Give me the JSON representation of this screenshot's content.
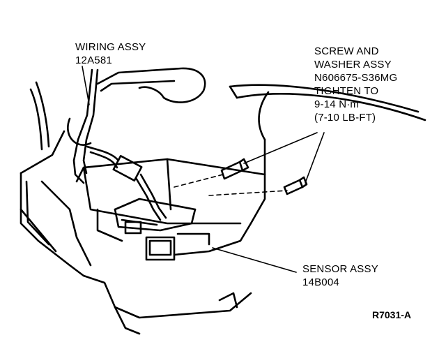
{
  "callouts": {
    "wiring": {
      "line1": "WIRING ASSY",
      "line2": "12A581"
    },
    "screw": {
      "line1": "SCREW AND",
      "line2": "WASHER ASSY",
      "line3": "N606675-S36MG",
      "line4": "TIGHTEN TO",
      "line5": "9-14 N·m",
      "line6": "(7-10 LB-FT)"
    },
    "sensor": {
      "line1": "SENSOR ASSY",
      "line2": "14B004"
    }
  },
  "figure_id": "R7031-A"
}
